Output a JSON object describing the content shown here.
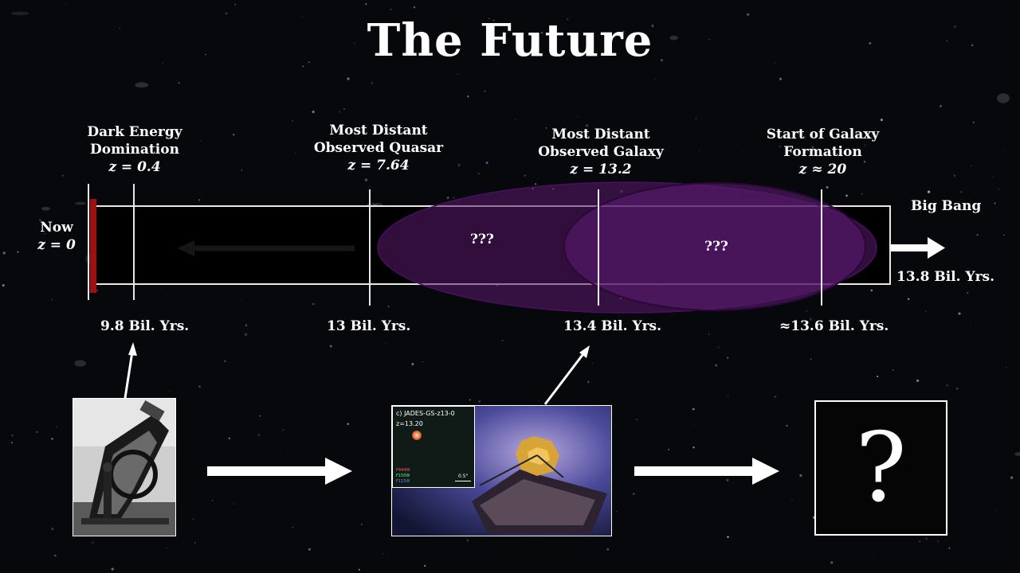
{
  "title": "The Future",
  "now": {
    "label": "Now",
    "z": "z = 0"
  },
  "big_bang": {
    "label": "Big Bang",
    "age": "13.8 Bil. Yrs."
  },
  "milestones": [
    {
      "name": "Dark Energy",
      "name2": "Domination",
      "z": "z = 0.4",
      "age": "9.8 Bil. Yrs."
    },
    {
      "name": "Most Distant",
      "name2": "Observed Quasar",
      "z": "z = 7.64",
      "age": "13 Bil. Yrs."
    },
    {
      "name": "Most Distant",
      "name2": "Observed Galaxy",
      "z": "z = 13.2",
      "age": "13.4 Bil. Yrs."
    },
    {
      "name": "Start of Galaxy",
      "name2": "Formation",
      "z": "z ≈ 20",
      "age": "≈13.6 Bil. Yrs."
    }
  ],
  "unknowns": [
    "???",
    "???"
  ],
  "jwst_inset": {
    "id": "c) JADES-GS-z13-0",
    "z": "z=13.20",
    "scale": "0.5\"",
    "filters": [
      "F444W",
      "F150W",
      "F115W"
    ]
  },
  "mystery": "?",
  "colors": {
    "now_marker": "#a01010",
    "unknown_region": "#5a1a6e",
    "background": "#07080c"
  }
}
